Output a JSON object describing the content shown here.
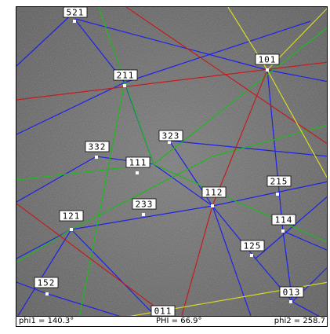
{
  "colors": {
    "background": "#6e6e6e",
    "kikuchi_bands": {
      "blue": "#1f22e6",
      "green": "#1fb81f",
      "red": "#c41d1d",
      "yellow": "#d8d82a"
    },
    "pole_marker": "#ffffff",
    "label_box_fill": "#ffffff",
    "label_box_border": "#000000"
  },
  "pole_labels": [
    {
      "id": "p521",
      "text": "521"
    },
    {
      "id": "p101",
      "text": "101"
    },
    {
      "id": "p211",
      "text": "211"
    },
    {
      "id": "p323",
      "text": "323"
    },
    {
      "id": "p332",
      "text": "332"
    },
    {
      "id": "p111",
      "text": "111"
    },
    {
      "id": "p215",
      "text": "215"
    },
    {
      "id": "p112",
      "text": "112"
    },
    {
      "id": "p233",
      "text": "233"
    },
    {
      "id": "p121",
      "text": "121"
    },
    {
      "id": "p114",
      "text": "114"
    },
    {
      "id": "p125",
      "text": "125"
    },
    {
      "id": "p152",
      "text": "152"
    },
    {
      "id": "p013",
      "text": "013"
    },
    {
      "id": "p011",
      "text": "011"
    }
  ],
  "status": {
    "phi1": {
      "label": "phi1",
      "value": "140.3°"
    },
    "PHI": {
      "label": "PHI",
      "value": "66.9°"
    },
    "phi2": {
      "label": "phi2",
      "value": "258.7"
    }
  }
}
